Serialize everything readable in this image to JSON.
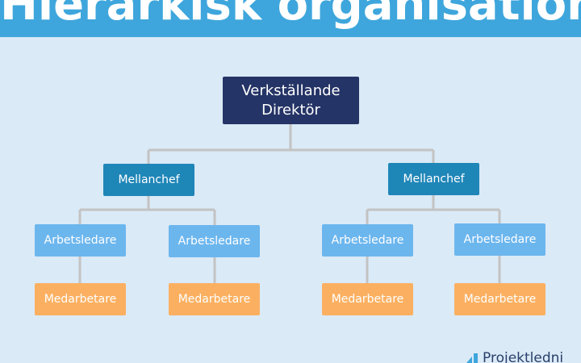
{
  "header": {
    "title": "Hierarkisk organisation"
  },
  "org": {
    "ceo": "Verkställande Direktör",
    "managers": [
      {
        "label": "Mellanchef",
        "supervisors": [
          {
            "label": "Arbetsledare",
            "employee": "Medarbetare"
          },
          {
            "label": "Arbetsledare",
            "employee": "Medarbetare"
          }
        ]
      },
      {
        "label": "Mellanchef",
        "supervisors": [
          {
            "label": "Arbetsledare",
            "employee": "Medarbetare"
          },
          {
            "label": "Arbetsledare",
            "employee": "Medarbetare"
          }
        ]
      }
    ]
  },
  "colors": {
    "header": "#3ea6dc",
    "background": "#daeaf7",
    "ceo": "#253466",
    "manager": "#1f86b8",
    "supervisor": "#6cb6ee",
    "employee": "#fbb061",
    "connector": "#c3c3c3"
  },
  "logo": {
    "text": "Projektledni",
    "icon": "bar-chart-logo-icon"
  }
}
